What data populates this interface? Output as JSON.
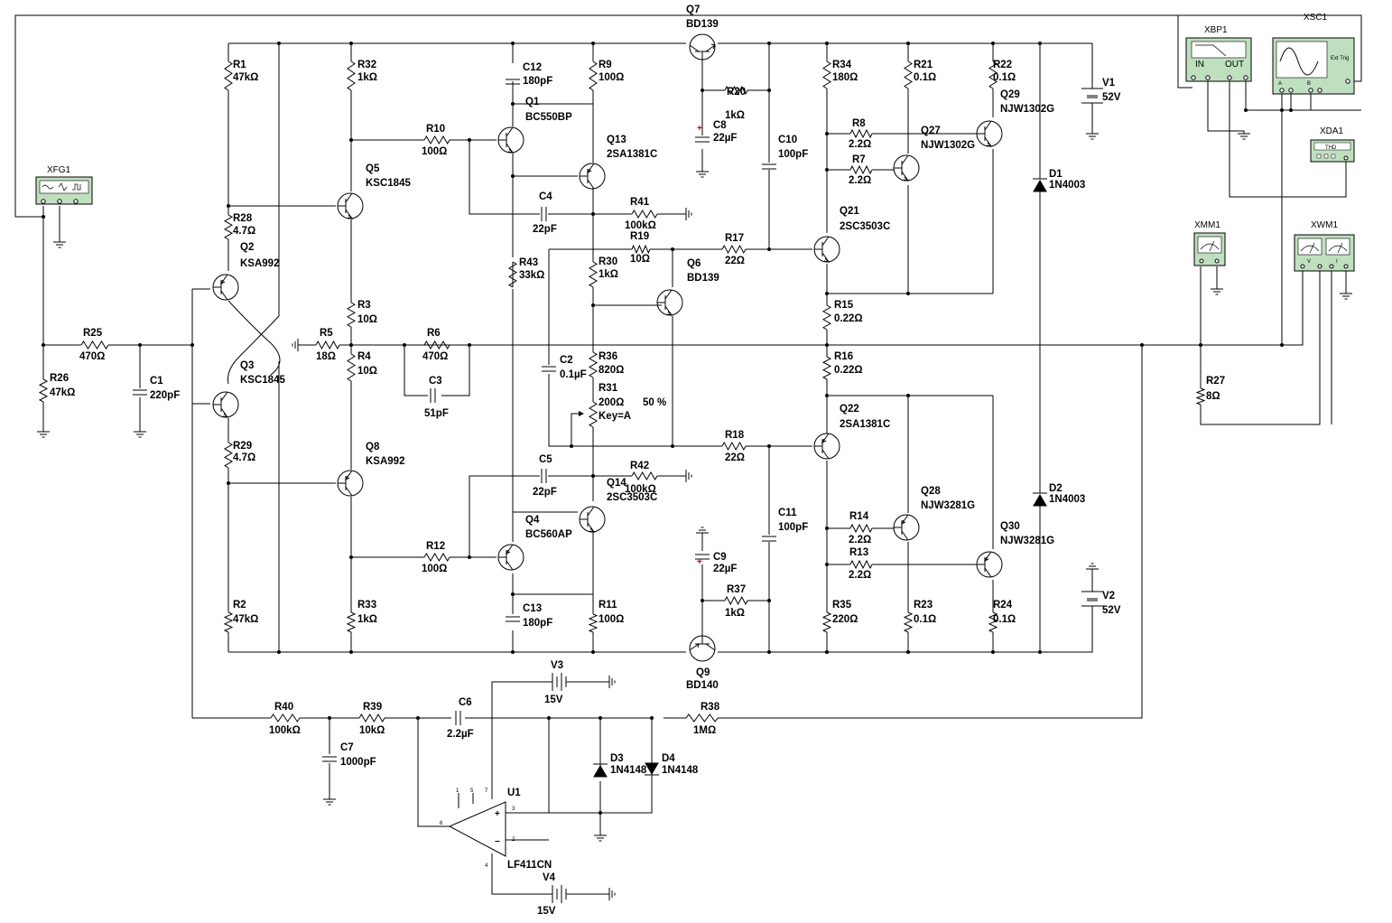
{
  "components": {
    "Q7": {
      "ref": "Q7",
      "value": "BD139"
    },
    "Q9": {
      "ref": "Q9",
      "value": "BD140"
    },
    "Q1": {
      "ref": "Q1",
      "value": "BC550BP"
    },
    "Q4": {
      "ref": "Q4",
      "value": "BC560AP"
    },
    "Q2": {
      "ref": "Q2",
      "value": "KSA992"
    },
    "Q3": {
      "ref": "Q3",
      "value": "KSC1845"
    },
    "Q5": {
      "ref": "Q5",
      "value": "KSC1845"
    },
    "Q8": {
      "ref": "Q8",
      "value": "KSA992"
    },
    "Q13": {
      "ref": "Q13",
      "value": "2SA1381C"
    },
    "Q14": {
      "ref": "Q14",
      "value": "2SC3503C"
    },
    "Q6": {
      "ref": "Q6",
      "value": "BD139"
    },
    "Q21": {
      "ref": "Q21",
      "value": "2SC3503C"
    },
    "Q22": {
      "ref": "Q22",
      "value": "2SA1381C"
    },
    "Q27": {
      "ref": "Q27",
      "value": "NJW1302G"
    },
    "Q29": {
      "ref": "Q29",
      "value": "NJW1302G"
    },
    "Q28": {
      "ref": "Q28",
      "value": "NJW3281G"
    },
    "Q30": {
      "ref": "Q30",
      "value": "NJW3281G"
    },
    "R1": {
      "ref": "R1",
      "value": "47kΩ"
    },
    "R2": {
      "ref": "R2",
      "value": "47kΩ"
    },
    "R3": {
      "ref": "R3",
      "value": "10Ω"
    },
    "R4": {
      "ref": "R4",
      "value": "10Ω"
    },
    "R5": {
      "ref": "R5",
      "value": "18Ω"
    },
    "R6": {
      "ref": "R6",
      "value": "470Ω"
    },
    "R7": {
      "ref": "R7",
      "value": "2.2Ω"
    },
    "R8": {
      "ref": "R8",
      "value": "2.2Ω"
    },
    "R9": {
      "ref": "R9",
      "value": "100Ω"
    },
    "R10": {
      "ref": "R10",
      "value": "100Ω"
    },
    "R11": {
      "ref": "R11",
      "value": "100Ω"
    },
    "R12": {
      "ref": "R12",
      "value": "100Ω"
    },
    "R13": {
      "ref": "R13",
      "value": "2.2Ω"
    },
    "R14": {
      "ref": "R14",
      "value": "2.2Ω"
    },
    "R15": {
      "ref": "R15",
      "value": "0.22Ω"
    },
    "R16": {
      "ref": "R16",
      "value": "0.22Ω"
    },
    "R17": {
      "ref": "R17",
      "value": "22Ω"
    },
    "R18": {
      "ref": "R18",
      "value": "22Ω"
    },
    "R19": {
      "ref": "R19",
      "value": "10Ω"
    },
    "R20": {
      "ref": "R20",
      "value": "1kΩ"
    },
    "R21": {
      "ref": "R21",
      "value": "0.1Ω"
    },
    "R22": {
      "ref": "R22",
      "value": "0.1Ω"
    },
    "R23": {
      "ref": "R23",
      "value": "0.1Ω"
    },
    "R24": {
      "ref": "R24",
      "value": "0.1Ω"
    },
    "R25": {
      "ref": "R25",
      "value": "470Ω"
    },
    "R26": {
      "ref": "R26",
      "value": "47kΩ"
    },
    "R27": {
      "ref": "R27",
      "value": "8Ω"
    },
    "R28": {
      "ref": "R28",
      "value": "4.7Ω"
    },
    "R29": {
      "ref": "R29",
      "value": "4.7Ω"
    },
    "R30": {
      "ref": "R30",
      "value": "1kΩ"
    },
    "R31": {
      "ref": "R31",
      "value": "200Ω",
      "key": "Key=A",
      "percent": "50 %"
    },
    "R32": {
      "ref": "R32",
      "value": "1kΩ"
    },
    "R33": {
      "ref": "R33",
      "value": "1kΩ"
    },
    "R34": {
      "ref": "R34",
      "value": "180Ω"
    },
    "R35": {
      "ref": "R35",
      "value": "220Ω"
    },
    "R36": {
      "ref": "R36",
      "value": "820Ω"
    },
    "R37": {
      "ref": "R37",
      "value": "1kΩ"
    },
    "R38": {
      "ref": "R38",
      "value": "1MΩ"
    },
    "R39": {
      "ref": "R39",
      "value": "10kΩ"
    },
    "R40": {
      "ref": "R40",
      "value": "100kΩ"
    },
    "R41": {
      "ref": "R41",
      "value": "100kΩ"
    },
    "R42": {
      "ref": "R42",
      "value": "100kΩ"
    },
    "R43": {
      "ref": "R43",
      "value": "33kΩ"
    },
    "C1": {
      "ref": "C1",
      "value": "220pF"
    },
    "C2": {
      "ref": "C2",
      "value": "0.1µF"
    },
    "C3": {
      "ref": "C3",
      "value": "51pF"
    },
    "C4": {
      "ref": "C4",
      "value": "22pF"
    },
    "C5": {
      "ref": "C5",
      "value": "22pF"
    },
    "C6": {
      "ref": "C6",
      "value": "2.2µF"
    },
    "C7": {
      "ref": "C7",
      "value": "1000pF"
    },
    "C8": {
      "ref": "C8",
      "value": "22µF"
    },
    "C9": {
      "ref": "C9",
      "value": "22µF"
    },
    "C10": {
      "ref": "C10",
      "value": "100pF"
    },
    "C11": {
      "ref": "C11",
      "value": "100pF"
    },
    "C12": {
      "ref": "C12",
      "value": "180pF"
    },
    "C13": {
      "ref": "C13",
      "value": "180pF"
    },
    "D1": {
      "ref": "D1",
      "value": "1N4003"
    },
    "D2": {
      "ref": "D2",
      "value": "1N4003"
    },
    "D3": {
      "ref": "D3",
      "value": "1N4148"
    },
    "D4": {
      "ref": "D4",
      "value": "1N4148"
    },
    "V1": {
      "ref": "V1",
      "value": "52V"
    },
    "V2": {
      "ref": "V2",
      "value": "52V"
    },
    "V3": {
      "ref": "V3",
      "value": "15V"
    },
    "V4": {
      "ref": "V4",
      "value": "15V"
    },
    "U1": {
      "ref": "U1",
      "value": "LF411CN"
    }
  },
  "opamp_pins": {
    "p1": "1",
    "p5": "5",
    "p7": "7",
    "p6": "6",
    "p3": "3",
    "p2": "2",
    "p4": "4",
    "plus": "+",
    "minus": "−"
  },
  "instruments": {
    "XFG1": {
      "ref": "XFG1"
    },
    "XBP1": {
      "ref": "XBP1",
      "in": "IN",
      "out": "OUT"
    },
    "XSC1": {
      "ref": "XSC1",
      "a": "A",
      "b": "B",
      "ext": "Ext Trig"
    },
    "XDA1": {
      "ref": "XDA1",
      "screen": "THD"
    },
    "XMM1": {
      "ref": "XMM1"
    },
    "XWM1": {
      "ref": "XWM1",
      "v": "V",
      "i": "I"
    }
  }
}
